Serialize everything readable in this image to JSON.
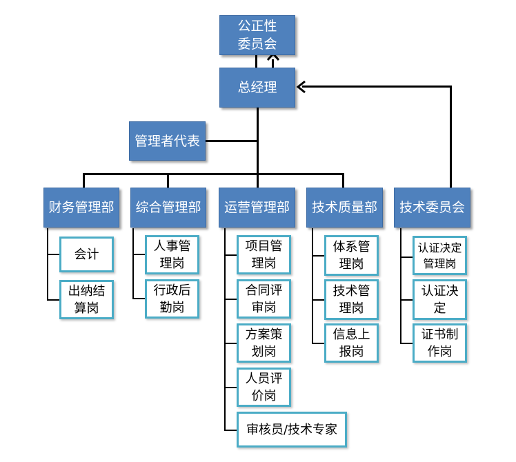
{
  "nodes": {
    "committee": "公正性\n委员会",
    "gm": "总经理",
    "rep": "管理者代表",
    "dept_finance": "财务管理部",
    "dept_general": "综合管理部",
    "dept_ops": "运营管理部",
    "dept_tech_quality": "技术质量部",
    "dept_tech_committee": "技术委员会"
  },
  "finance_posts": [
    "会计",
    "出纳结\n算岗"
  ],
  "general_posts": [
    "人事管\n理岗",
    "行政后\n勤岗"
  ],
  "ops_posts": [
    "项目管\n理岗",
    "合同评\n审岗",
    "方案策\n划岗",
    "人员评\n价岗",
    "审核员/技术专家"
  ],
  "tech_quality_posts": [
    "体系管\n理岗",
    "技术管\n理岗",
    "信息上\n报岗"
  ],
  "tech_committee_posts": [
    "认证决定\n管理岗",
    "认证决\n定",
    "证书制\n作岗"
  ]
}
